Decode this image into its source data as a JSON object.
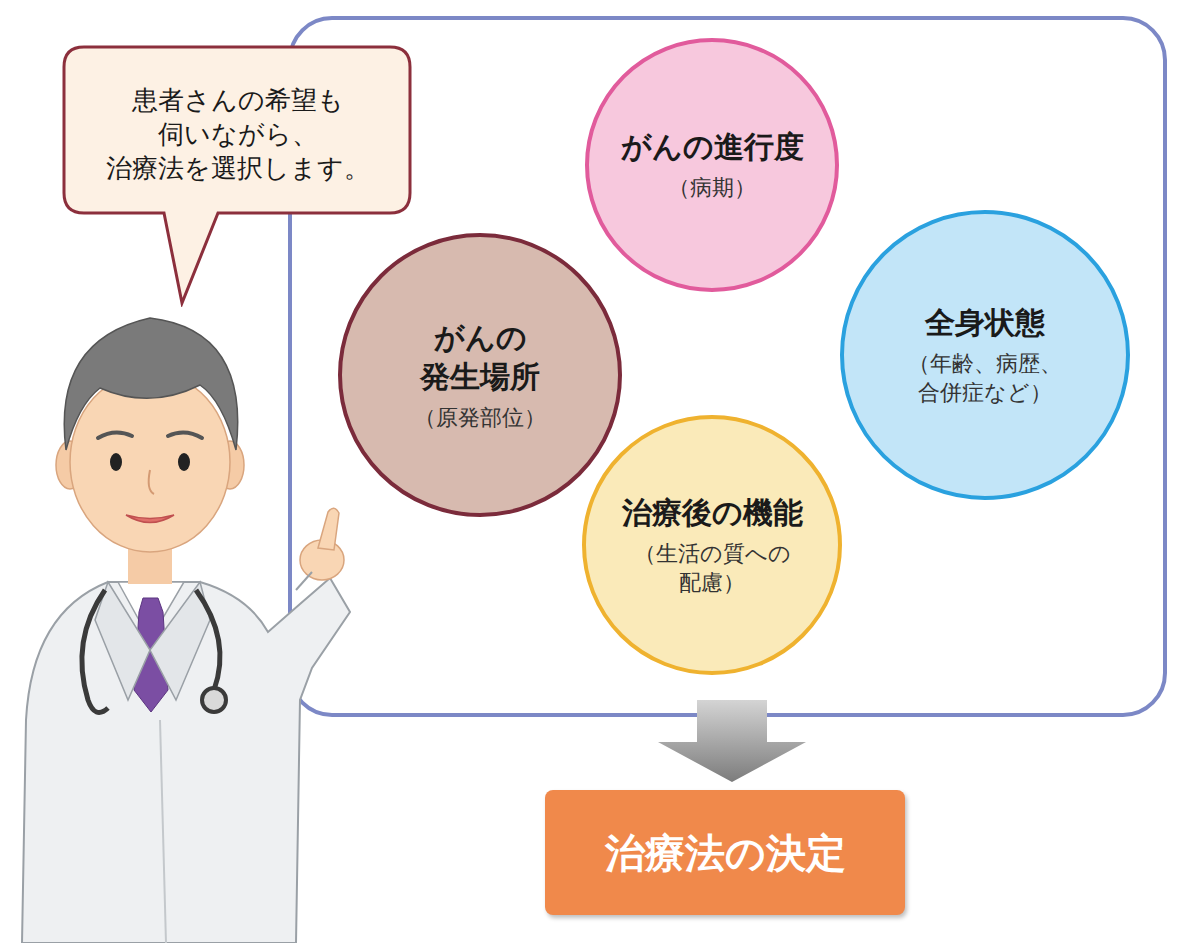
{
  "diagram": {
    "nodes": [
      {
        "text": [
          "患者さんの希望も 伺いながら、 治療法を選択します。"
        ]
      },
      {
        "text": [
          "がんの進行度",
          "（病期）"
        ]
      },
      {
        "text": [
          "がんの 発生場所",
          "（原発部位）"
        ]
      },
      {
        "text": [
          "全身状態",
          "（年齢、病歴、 合併症など）"
        ]
      },
      {
        "text": [
          "治療後の機能",
          "（生活の質への 配慮）"
        ]
      },
      {
        "text": [
          "治療法の決定"
        ]
      }
    ]
  }
}
